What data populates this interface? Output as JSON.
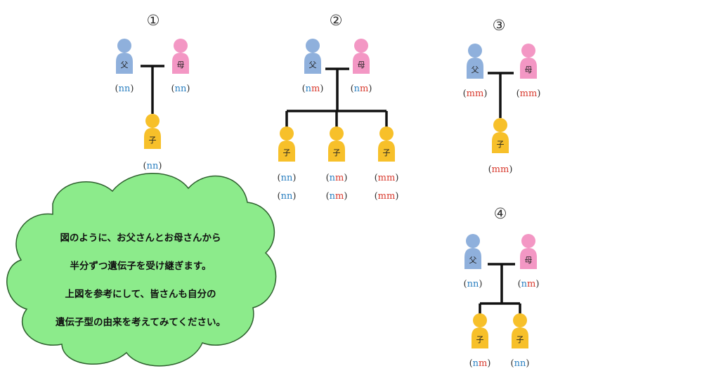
{
  "colors": {
    "father": "#8fb0dc",
    "mother": "#f397c4",
    "child": "#f7c02a",
    "n": "#2a7fc0",
    "m": "#d83a2e",
    "line": "#111111",
    "cloud_fill": "#8ceb8b",
    "cloud_stroke": "#2d5f2d"
  },
  "labels": {
    "father": "父",
    "mother": "母",
    "child": "子"
  },
  "diagrams": [
    {
      "number": "①",
      "father": "nn",
      "mother": "nn",
      "children": [
        [
          "nn"
        ]
      ]
    },
    {
      "number": "②",
      "father": "nm",
      "mother": "nm",
      "children": [
        [
          "nn",
          "nn"
        ],
        [
          "nm",
          "nm"
        ],
        [
          "mm",
          "mm"
        ]
      ]
    },
    {
      "number": "③",
      "father": "mm",
      "mother": "mm",
      "children": [
        [
          "mm"
        ]
      ]
    },
    {
      "number": "④",
      "father": "nn",
      "mother": "nm",
      "children": [
        [
          "nm"
        ],
        [
          "nn"
        ]
      ]
    }
  ],
  "cloud_lines": [
    "図のように、お父さんとお母さんから",
    "半分ずつ遺伝子を受け継ぎます。",
    "上図を参考にして、皆さんも自分の",
    "遺伝子型の由来を考えてみてください。"
  ]
}
